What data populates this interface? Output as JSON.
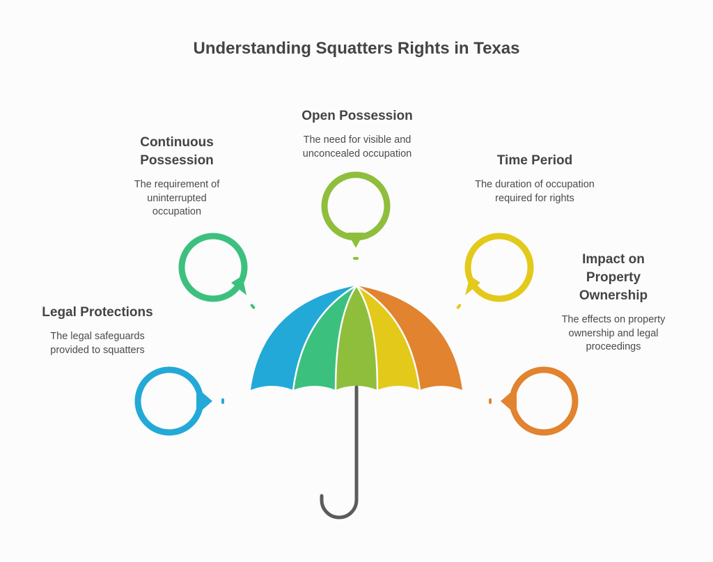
{
  "title": "Understanding Squatters Rights in Texas",
  "items": [
    {
      "heading": "Legal Protections",
      "description": "The legal safeguards provided to squatters",
      "color": "#23a9d7"
    },
    {
      "heading": "Continuous Possession",
      "description": "The requirement of uninterrupted occupation",
      "color": "#3cc07e"
    },
    {
      "heading": "Open Possession",
      "description": "The need for visible and unconcealed occupation",
      "color": "#8fbe3c"
    },
    {
      "heading": "Time Period",
      "description": "The duration of occupation required for rights",
      "color": "#e3c91a"
    },
    {
      "heading": "Impact on Property Ownership",
      "description": "The effects on property ownership and legal proceedings",
      "color": "#e1832f"
    }
  ],
  "umbrella": {
    "handle_color": "#5b5b5b"
  }
}
